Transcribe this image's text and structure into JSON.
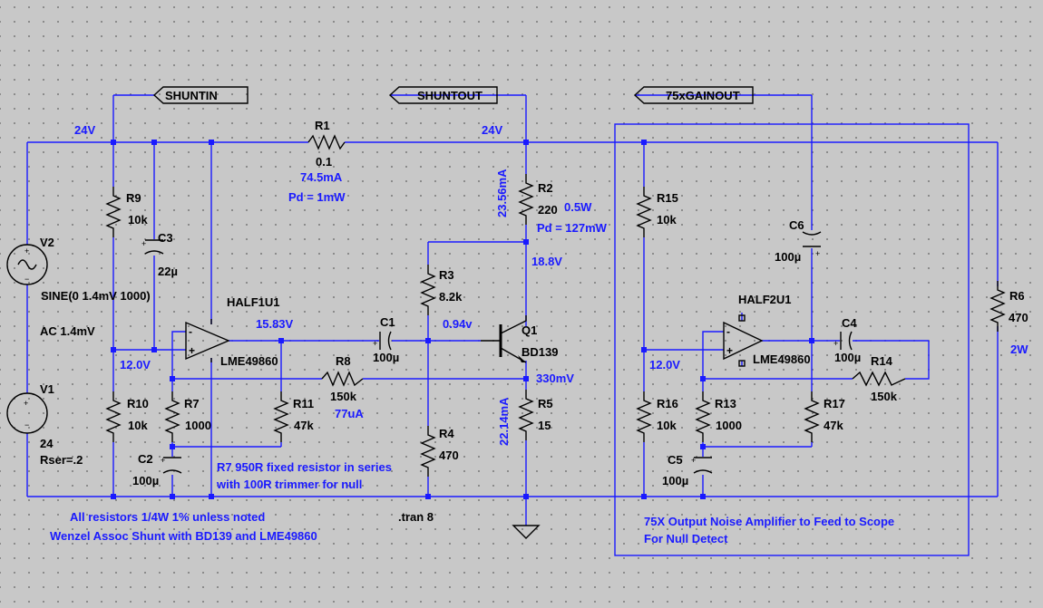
{
  "colors": {
    "background": "#c8c8c8",
    "wire": "#1a1aff",
    "component": "#000000",
    "annotation": "#1a1aff"
  },
  "net_labels": {
    "shuntin": "SHUNTIN",
    "shuntout": "SHUNTOUT",
    "gainout": "75xGAINOUT"
  },
  "voltages": {
    "supply_left": "24V",
    "supply_right": "24V",
    "v_half1": "12.0V",
    "v_half2": "12.0V",
    "v_opamp_out": "15.83V",
    "v_collector": "18.8V",
    "v_base": "0.94v",
    "v_emitter": "330mV"
  },
  "currents": {
    "r1_current": "74.5mA",
    "r1_power": "Pd = 1mW",
    "r2_current": "23.56mA",
    "r2_rating": "0.5W",
    "r2_power": "Pd = 127mW",
    "r5_current": "22.14mA",
    "r8_current": "77uA",
    "r6_rating": "2W"
  },
  "components": {
    "R1": {
      "name": "R1",
      "value": "0.1"
    },
    "R2": {
      "name": "R2",
      "value": "220"
    },
    "R3": {
      "name": "R3",
      "value": "8.2k"
    },
    "R4": {
      "name": "R4",
      "value": "470"
    },
    "R5": {
      "name": "R5",
      "value": "15"
    },
    "R6": {
      "name": "R6",
      "value": "470"
    },
    "R7": {
      "name": "R7",
      "value": "1000"
    },
    "R8": {
      "name": "R8",
      "value": "150k"
    },
    "R9": {
      "name": "R9",
      "value": "10k"
    },
    "R10": {
      "name": "R10",
      "value": "10k"
    },
    "R11": {
      "name": "R11",
      "value": "47k"
    },
    "R13": {
      "name": "R13",
      "value": "1000"
    },
    "R14": {
      "name": "R14",
      "value": "150k"
    },
    "R15": {
      "name": "R15",
      "value": "10k"
    },
    "R16": {
      "name": "R16",
      "value": "10k"
    },
    "R17": {
      "name": "R17",
      "value": "47k"
    },
    "C1": {
      "name": "C1",
      "value": "100µ"
    },
    "C2": {
      "name": "C2",
      "value": "100µ"
    },
    "C3": {
      "name": "C3",
      "value": "22µ"
    },
    "C4": {
      "name": "C4",
      "value": "100µ"
    },
    "C5": {
      "name": "C5",
      "value": "100µ"
    },
    "C6": {
      "name": "C6",
      "value": "100µ"
    },
    "V1": {
      "name": "V1",
      "value": "24",
      "extra": "Rser=.2"
    },
    "V2": {
      "name": "V2",
      "value": "SINE(0 1.4mV 1000)",
      "extra": "AC 1.4mV"
    },
    "Q1": {
      "name": "Q1",
      "value": "BD139"
    },
    "U1": {
      "name": "HALF1U1",
      "value": "LME49860"
    },
    "U2": {
      "name": "HALF2U1",
      "value": "LME49860"
    }
  },
  "notes": {
    "r7_note_1": "R7 950R fixed resistor in series",
    "r7_note_2": "with 100R trimmer for null",
    "tolerance": "All resistors 1/4W 1% unless noted",
    "title": "Wenzel Assoc Shunt with BD139 and LME49860",
    "sim": ".tran 8",
    "box_1": "75X Output Noise Amplifier to Feed to Scope",
    "box_2": "For Null Detect"
  },
  "opamp_pins": {
    "plus": "+",
    "minus": "-"
  }
}
